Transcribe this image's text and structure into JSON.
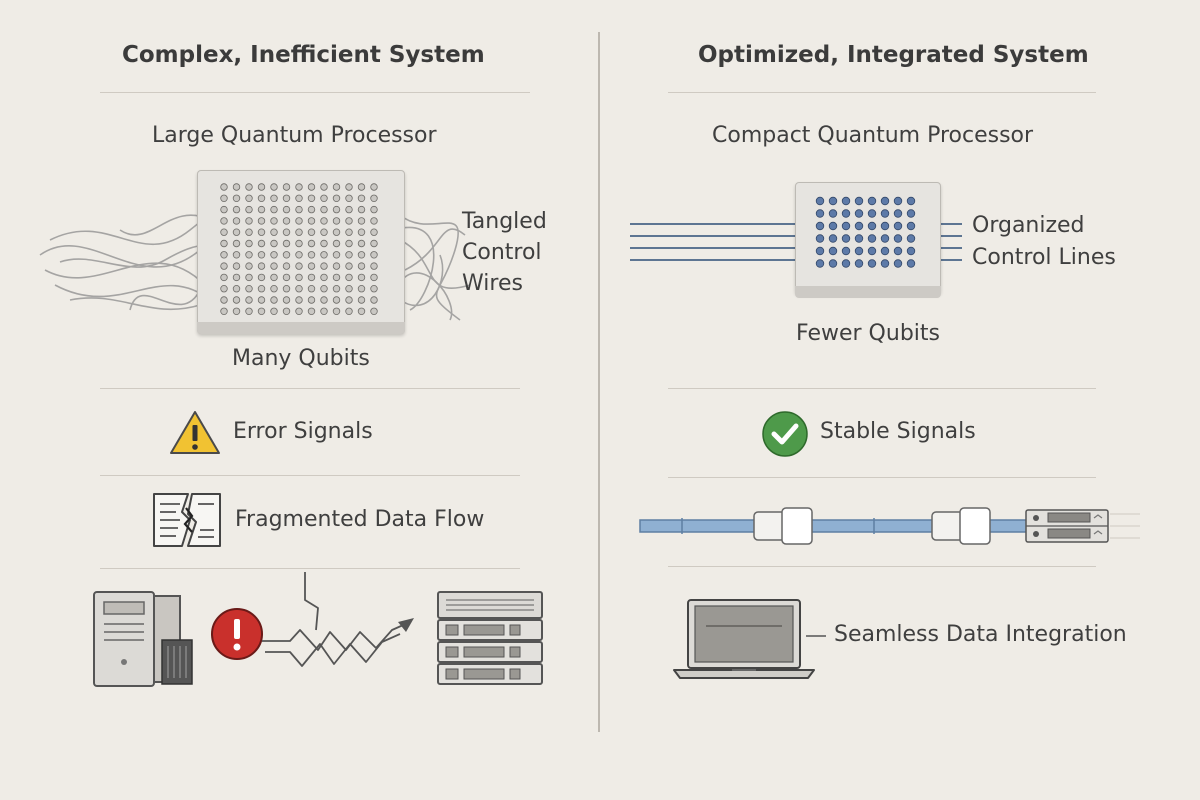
{
  "left": {
    "title": "Complex, Inefficient System",
    "processor_label": "Large Quantum Processor",
    "wires_label": [
      "Tangled",
      "Control",
      "Wires"
    ],
    "qubits_label": "Many Qubits",
    "signals_label": "Error Signals",
    "dataflow_label": "Fragmented Data Flow"
  },
  "right": {
    "title": "Optimized, Integrated System",
    "processor_label": "Compact Quantum Processor",
    "lines_label": [
      "Organized",
      "Control Lines"
    ],
    "qubits_label": "Fewer Qubits",
    "signals_label": "Stable Signals",
    "integration_label": "Seamless Data Integration"
  },
  "icons": {
    "warning": "warning-triangle-icon",
    "error": "error-circle-icon",
    "check": "check-circle-icon",
    "document": "broken-document-icon",
    "server": "server-rack-icon",
    "tower": "computer-tower-icon",
    "laptop": "laptop-icon",
    "connector": "cable-connector-icon"
  },
  "colors": {
    "background": "#efece6",
    "warning_yellow": "#f1c232",
    "error_red": "#c9302c",
    "success_green": "#4e9a4a",
    "qubit_blue": "#5d7aa8",
    "cable_blue": "#8fb0d2"
  }
}
